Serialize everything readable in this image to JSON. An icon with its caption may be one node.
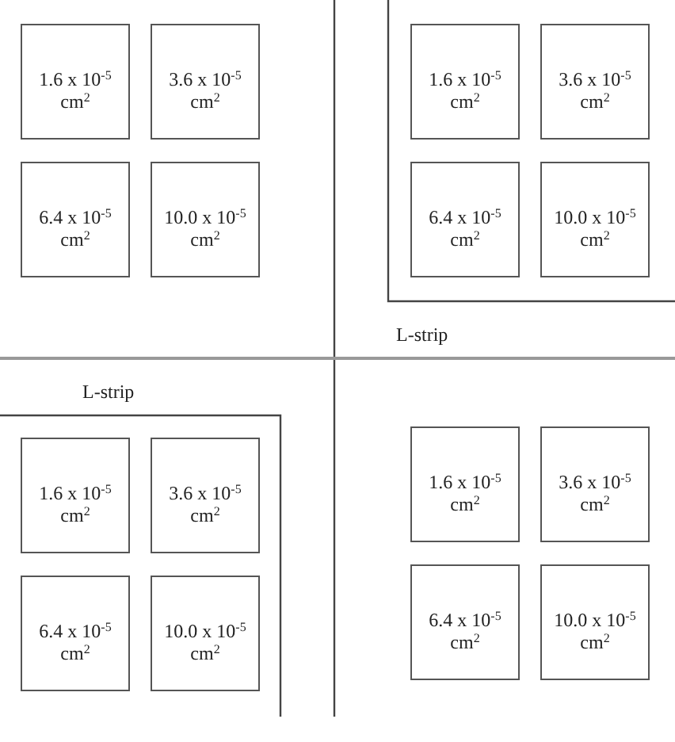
{
  "diagram": {
    "nodes": [
      {
        "text": [
          "1.6 x 10$^{-5}$ cm$^{2}$"
        ]
      },
      {
        "text": [
          "3.6 x 10$^{-5}$ cm$^{2}$"
        ]
      },
      {
        "text": [
          "6.4 x 10$^{-5}$ cm$^{2}$"
        ]
      },
      {
        "text": [
          "10.0 x 10$^{-5}$ cm$^{2}$"
        ]
      },
      {
        "text": [
          "1.6 x 10$^{-5}$ cm$^{2}$"
        ]
      },
      {
        "text": [
          "3.6 x 10$^{-5}$ cm$^{2}$"
        ]
      },
      {
        "text": [
          "6.4 x 10$^{-5}$ cm$^{2}$"
        ]
      },
      {
        "text": [
          "10.0 x 10$^{-5}$ cm$^{2}$"
        ]
      },
      {
        "text": [
          "1.6 x 10$^{-5}$ cm$^{2}$"
        ]
      },
      {
        "text": [
          "3.6 x 10$^{-5}$ cm$^{2}$"
        ]
      },
      {
        "text": [
          "6.4 x 10$^{-5}$ cm$^{2}$"
        ]
      },
      {
        "text": [
          "10.0 x 10$^{-5}$ cm$^{2}$"
        ]
      },
      {
        "text": [
          "1.6 x 10$^{-5}$ cm$^{2}$"
        ]
      },
      {
        "text": [
          "3.6 x 10$^{-5}$ cm$^{2}$"
        ]
      },
      {
        "text": [
          "6.4 x 10$^{-5}$ cm$^{2}$"
        ]
      },
      {
        "text": [
          "10.0 x 10$^{-5}$ cm$^{2}$"
        ]
      }
    ],
    "labels": [
      "L-strip",
      "L-strip"
    ]
  }
}
